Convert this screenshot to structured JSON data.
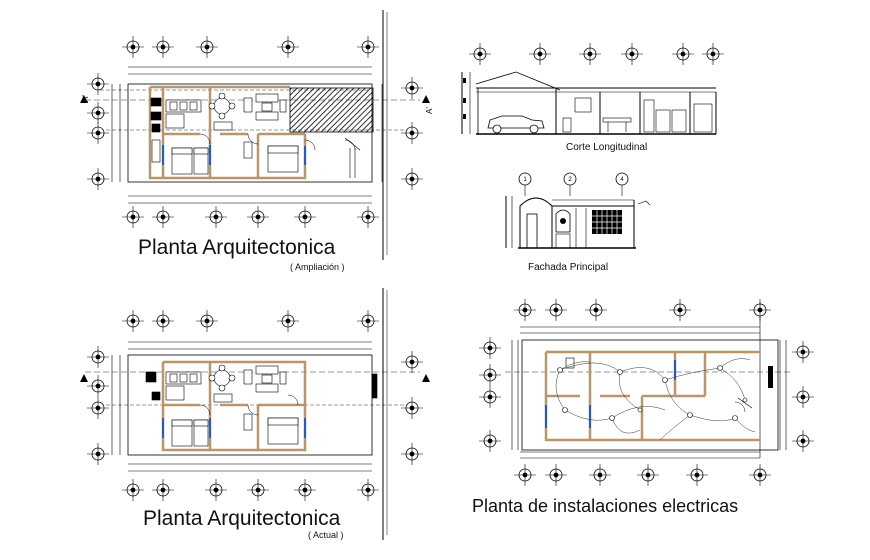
{
  "sheet": {
    "plan_ampliacion": {
      "title": "Planta Arquitectonica",
      "subtitle": "( Ampliación )"
    },
    "plan_actual": {
      "title": "Planta Arquitectonica",
      "subtitle": "( Actual )"
    },
    "section": {
      "title": "Corte Longitudinal"
    },
    "facade": {
      "title": "Fachada Principal",
      "axes": [
        "1",
        "2",
        "4"
      ]
    },
    "electrical": {
      "title": "Planta de instalaciones electricas"
    },
    "section_labels": [
      "A'",
      "A'"
    ],
    "colors": {
      "wall": "#b8956a",
      "line": "#000000",
      "blue": "#1f5fbf"
    }
  }
}
